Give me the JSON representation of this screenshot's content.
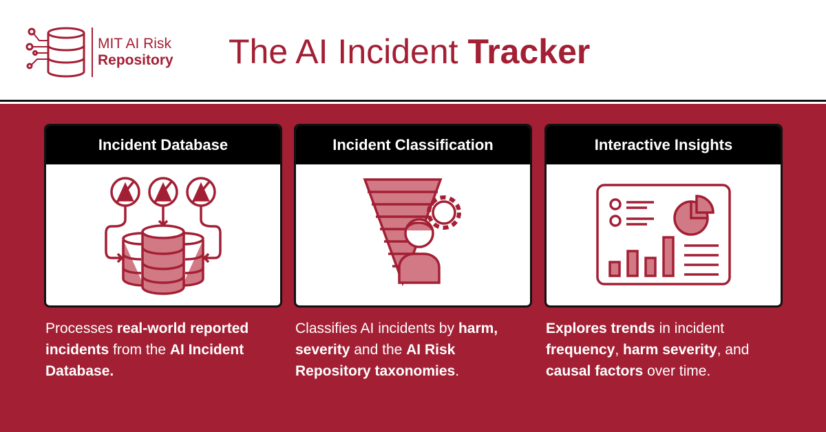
{
  "logo": {
    "line1": "MIT AI Risk",
    "line2": "Repository"
  },
  "title": {
    "regular": "The AI Incident ",
    "bold": "Tracker"
  },
  "cards": [
    {
      "title": "Incident Database",
      "icon": "database-incidents-icon",
      "desc": [
        {
          "t": "Processes ",
          "b": false
        },
        {
          "t": "real-world reported incidents",
          "b": true
        },
        {
          "t": " from the ",
          "b": false
        },
        {
          "t": "AI Incident Database.",
          "b": true
        }
      ]
    },
    {
      "title": "Incident Classification",
      "icon": "funnel-person-gear-icon",
      "desc": [
        {
          "t": "Classifies AI incidents by ",
          "b": false
        },
        {
          "t": "harm, severity",
          "b": true
        },
        {
          "t": " and the ",
          "b": false
        },
        {
          "t": "AI Risk Repository taxonomies",
          "b": true
        },
        {
          "t": ".",
          "b": false
        }
      ]
    },
    {
      "title": "Interactive Insights",
      "icon": "dashboard-icon",
      "desc": [
        {
          "t": "Explores trends",
          "b": true
        },
        {
          "t": " in incident ",
          "b": false
        },
        {
          "t": "frequency",
          "b": true
        },
        {
          "t": ", ",
          "b": false
        },
        {
          "t": "harm severity",
          "b": true
        },
        {
          "t": ", and ",
          "b": false
        },
        {
          "t": "causal factors",
          "b": true
        },
        {
          "t": " over time.",
          "b": false
        }
      ]
    }
  ],
  "colors": {
    "brand": "#a31f34",
    "fill": "#d17a86"
  }
}
